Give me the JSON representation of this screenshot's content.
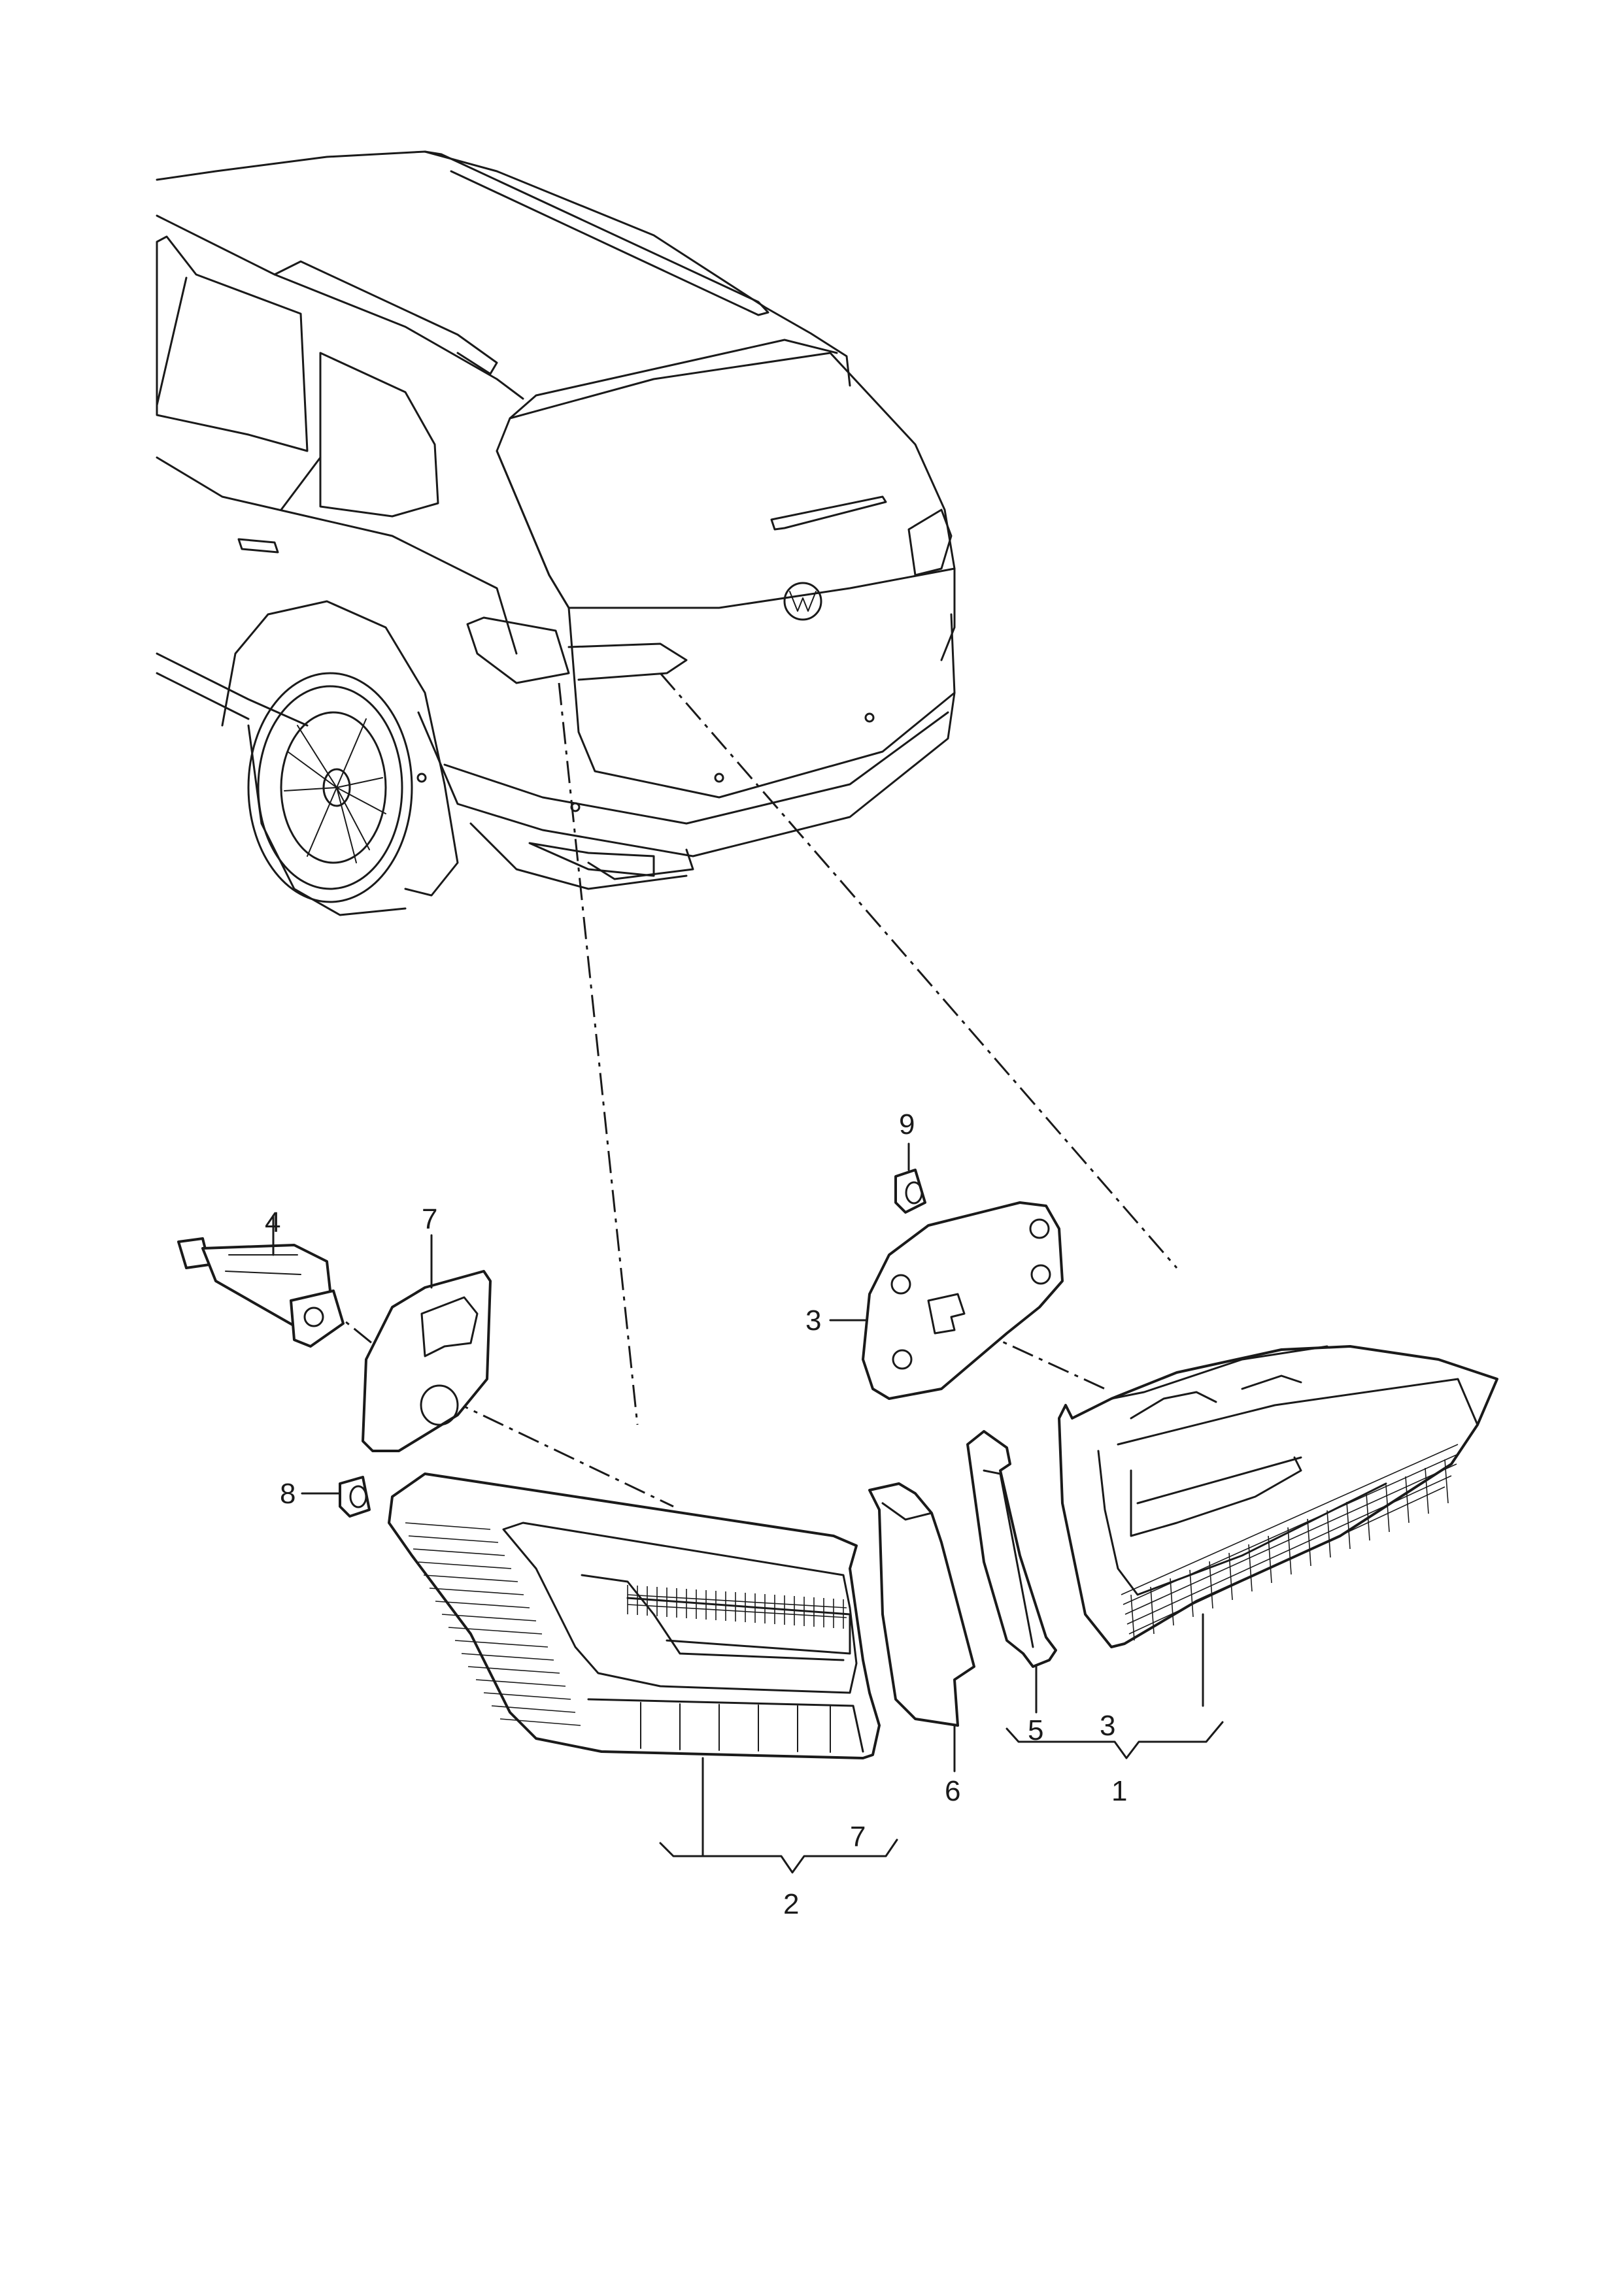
{
  "callouts": {
    "c1": "1",
    "c2": "2",
    "c3a": "3",
    "c3b": "3",
    "c4": "4",
    "c5": "5",
    "c6": "6",
    "c7a": "7",
    "c7b": "7",
    "c8": "8",
    "c9": "9"
  }
}
